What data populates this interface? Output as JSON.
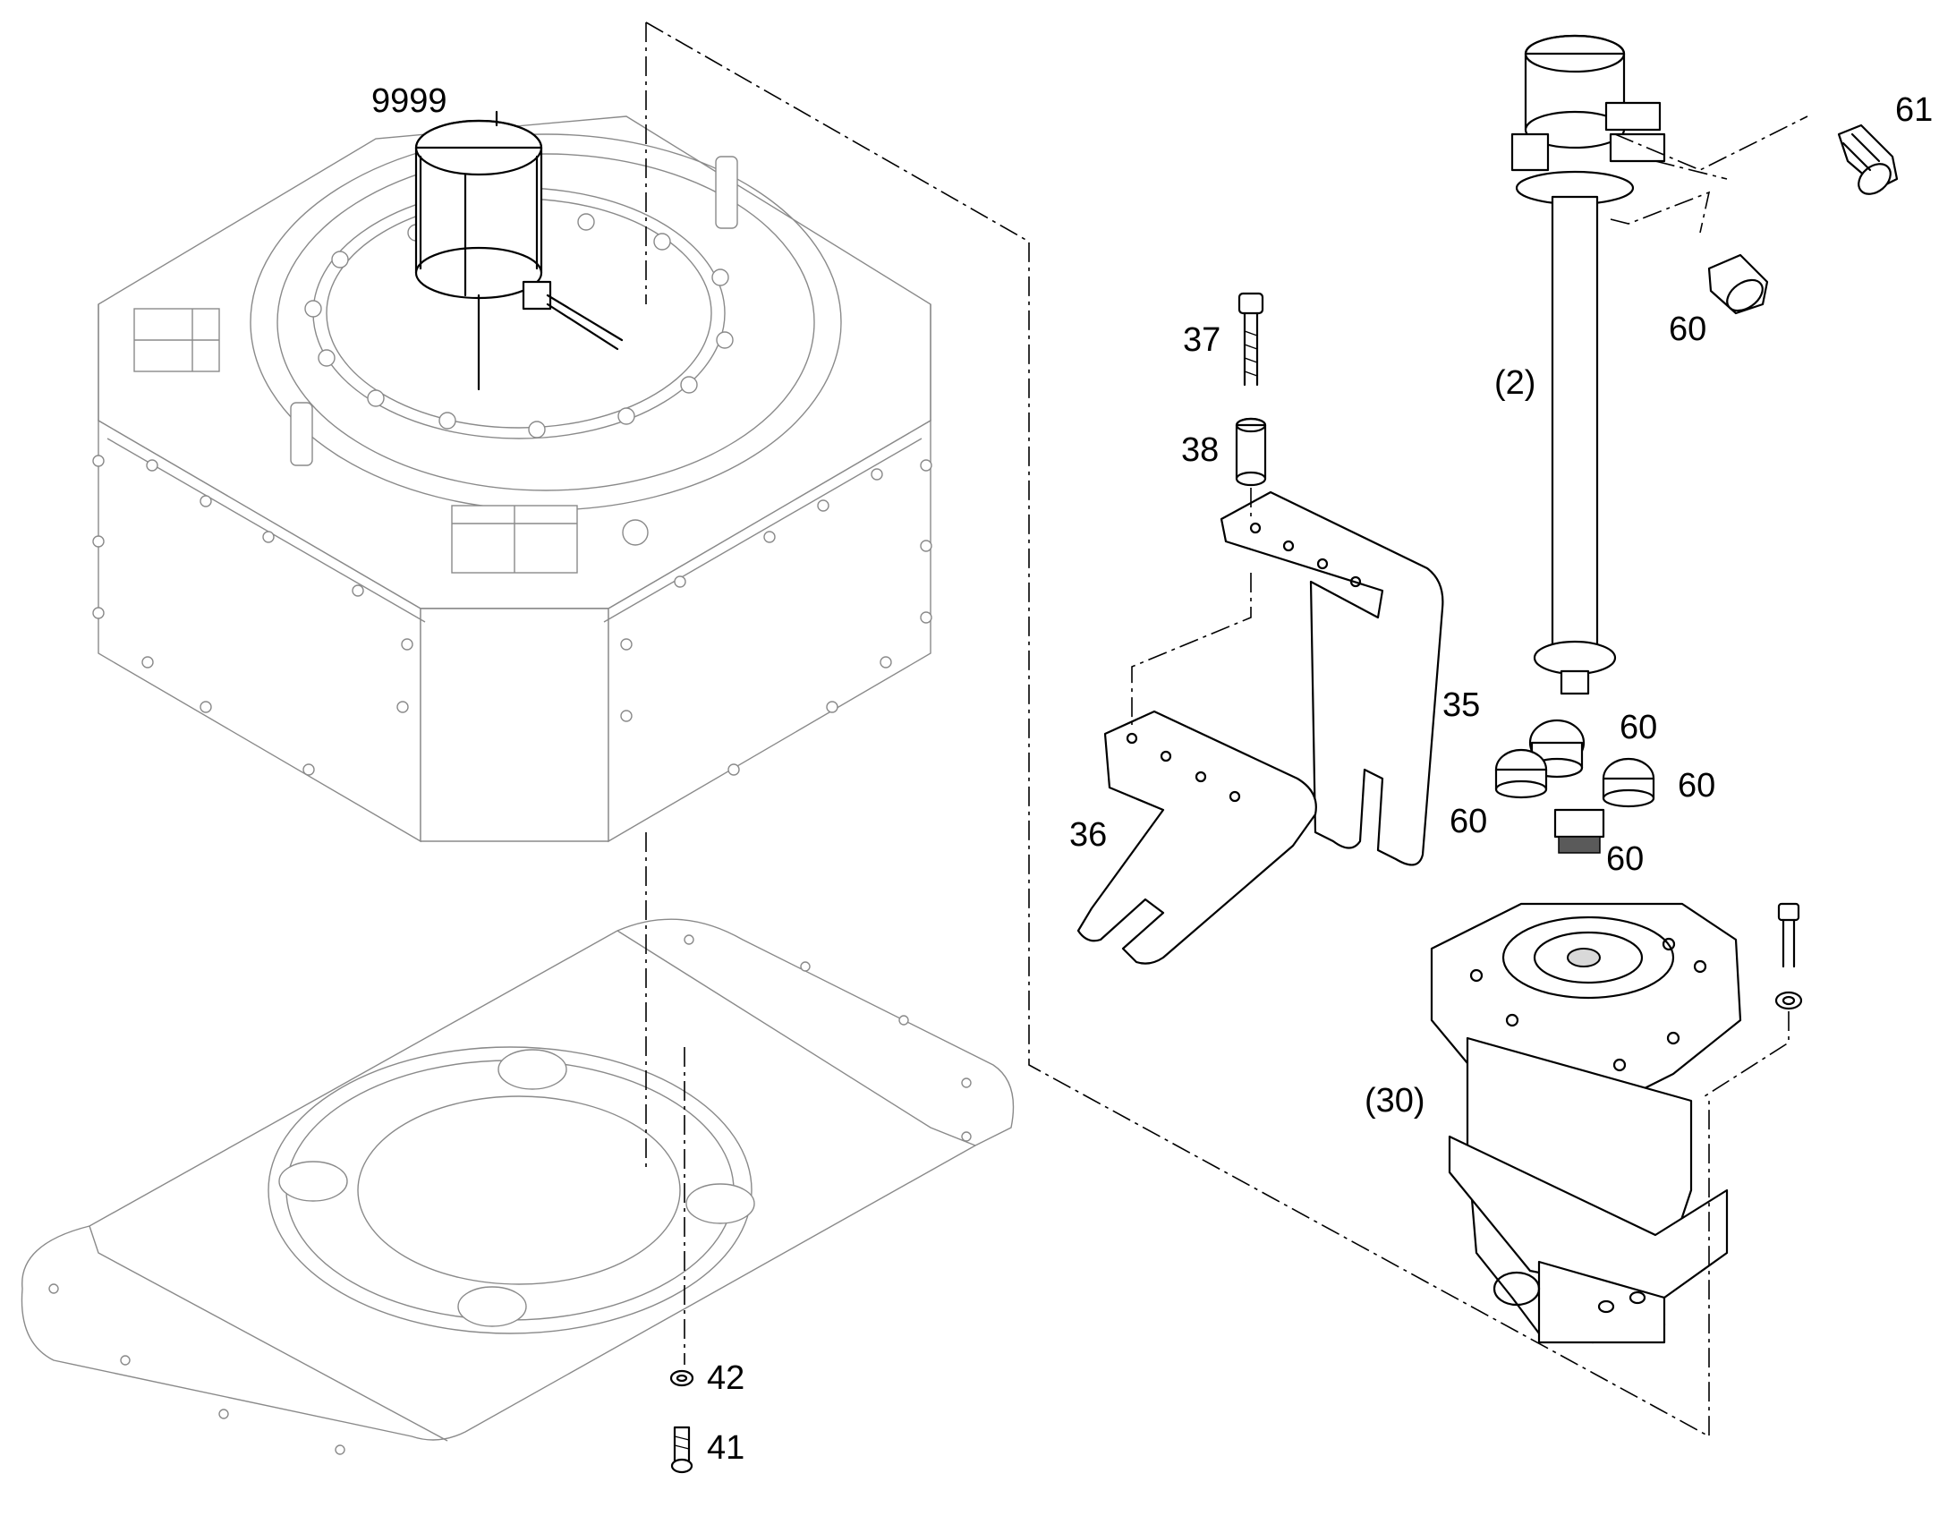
{
  "callouts": {
    "c9999": "9999",
    "c61": "61",
    "c60_top": "60",
    "c2": "(2)",
    "c37": "37",
    "c38": "38",
    "c35": "35",
    "c36": "36",
    "c60_a": "60",
    "c60_b": "60",
    "c60_c": "60",
    "c60_d": "60",
    "c30": "(30)",
    "c42": "42",
    "c41": "41"
  },
  "colors": {
    "line": "#000000",
    "faint_line": "#8a8a8a",
    "background": "#ffffff"
  }
}
